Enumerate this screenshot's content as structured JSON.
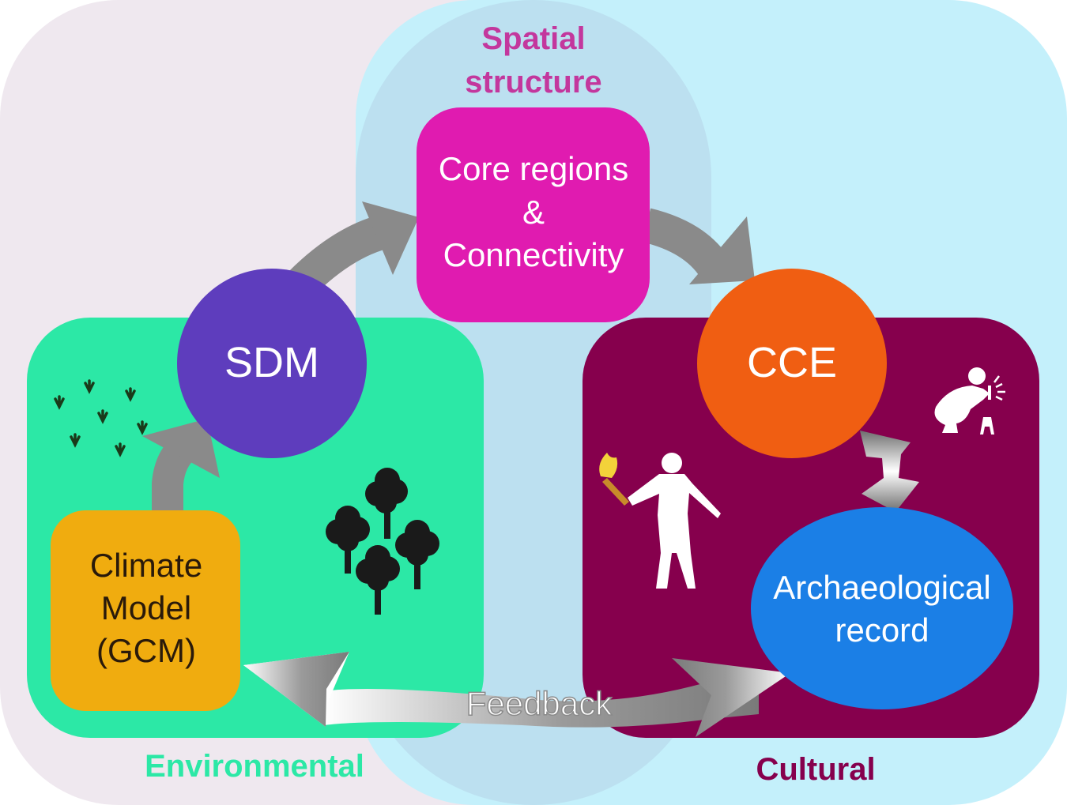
{
  "colors": {
    "environmental_bg": "#efe8ef",
    "cultural_bg": "#c4f0fb",
    "spatial_bg": "#bce0f0",
    "environmental_panel": "#2ce8a6",
    "cultural_panel": "#86004d",
    "sdm_circle": "#5e3dbd",
    "cce_circle": "#f05e12",
    "core_box": "#e01bb0",
    "climate_box": "#f0ac0f",
    "archaeo_ellipse": "#1b7fe6",
    "arrow_grey": "#8a8a8a",
    "spatial_label": "#c3379d",
    "environmental_label": "#2ce8a6",
    "cultural_label": "#86004d"
  },
  "labels": {
    "spatial_line1": "Spatial",
    "spatial_line2": "structure",
    "environmental": "Environmental",
    "cultural": "Cultural",
    "feedback": "Feedback"
  },
  "nodes": {
    "core_line1": "Core regions",
    "core_line2": "&",
    "core_line3": "Connectivity",
    "sdm": "SDM",
    "cce": "CCE",
    "climate_line1": "Climate",
    "climate_line2": "Model",
    "climate_line3": "(GCM)",
    "archaeo_line1": "Archaeological",
    "archaeo_line2": "record"
  },
  "icons": {
    "grass": "grass-sprouts-icon",
    "trees": "trees-icon",
    "torch_person": "person-with-torch-icon",
    "crouching_person": "crouching-archaeologist-icon"
  }
}
